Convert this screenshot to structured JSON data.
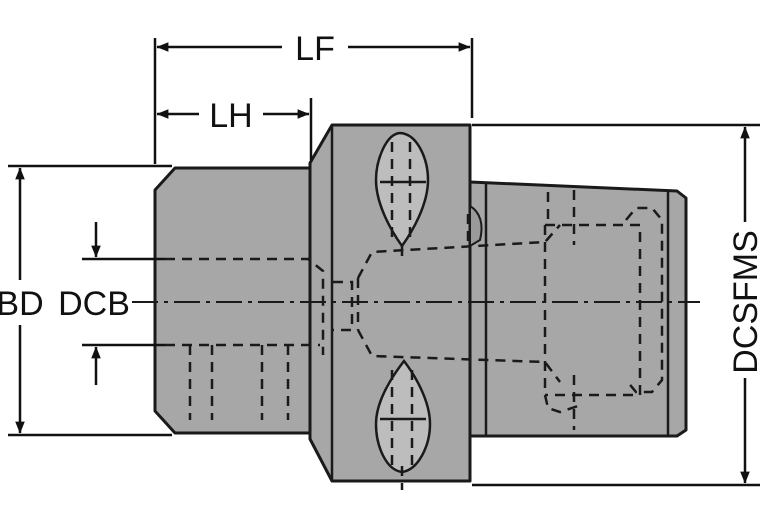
{
  "diagram": {
    "labels": {
      "lf": "LF",
      "lh": "LH",
      "bd": "BD",
      "dcb": "DCB",
      "dcsfms": "DCSFMS"
    },
    "colors": {
      "body_fill": "#a7a7a7",
      "outline": "#1a1a1a",
      "hidden_line": "#1a1a1a",
      "background": "#ffffff"
    }
  }
}
